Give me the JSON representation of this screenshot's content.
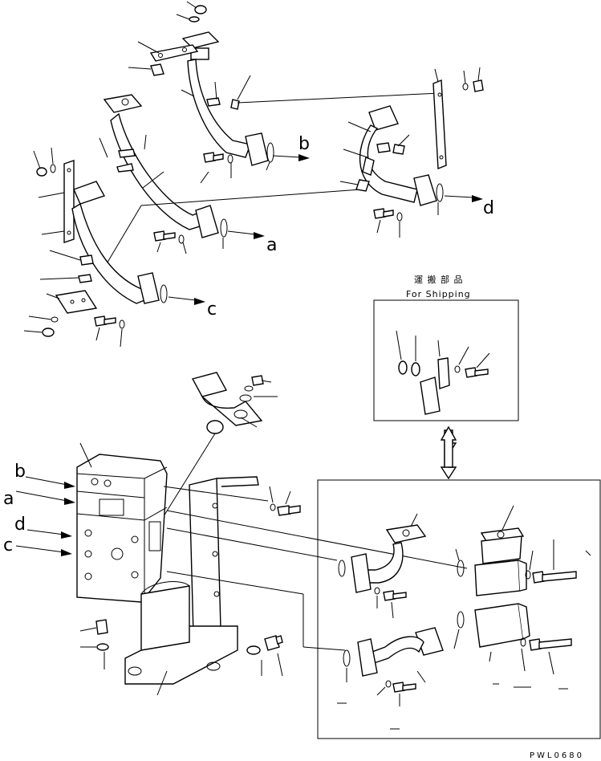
{
  "arrow_labels": {
    "a": "a",
    "b": "b",
    "c": "c",
    "d": "d"
  },
  "shipping": {
    "title_jp": "運 搬 部 品",
    "title_en": "For Shipping"
  },
  "drawing_code": "PWL0680"
}
